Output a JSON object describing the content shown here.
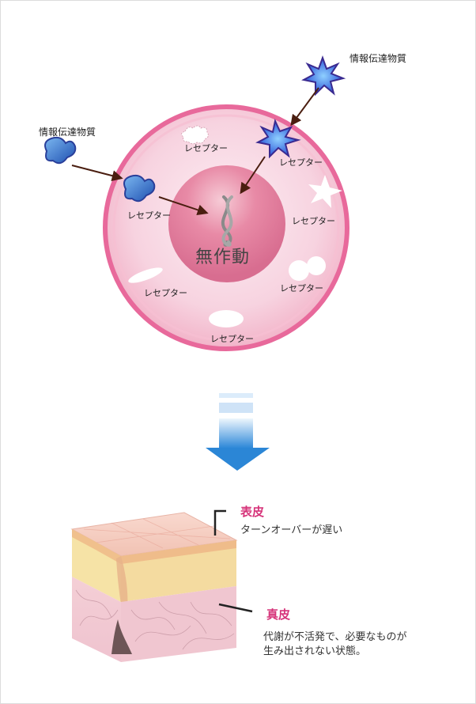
{
  "labels": {
    "signal_molecule_left": "情報伝達物質",
    "signal_molecule_right": "情報伝達物質",
    "receptor": "レセプター",
    "nucleus_status": "無作動"
  },
  "skin": {
    "epidermis_title": "表皮",
    "epidermis_desc": "ターンオーバーが遅い",
    "dermis_title": "真皮",
    "dermis_desc_line1": "代謝が不活発で、必要なものが",
    "dermis_desc_line2": "生み出されない状態。"
  },
  "colors": {
    "cell_membrane": "#e8699b",
    "cell_fill": "#f7c9d9",
    "nucleus_fill": "#e27d9c",
    "signal_blue": "#2a6fc9",
    "signal_star": "#3a63d6",
    "arrow_line": "#4a1e10",
    "down_arrow": "#2b86d6",
    "accent_pink": "#d6347a"
  }
}
